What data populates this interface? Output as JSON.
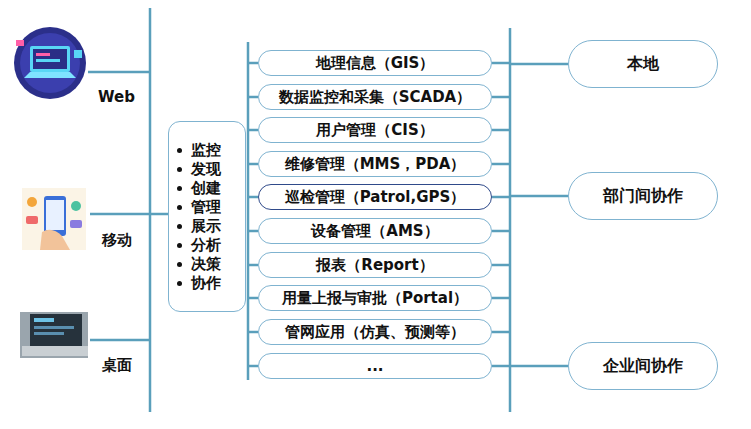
{
  "diagram": {
    "nodes": [
      {
        "text": [
          "监控",
          "发现",
          "创建",
          "管理",
          "展示",
          "分析",
          "决策",
          "协作"
        ]
      },
      {
        "text": [
          "地理信息（GIS）"
        ]
      },
      {
        "text": [
          "数据监控和采集（SCADA）"
        ]
      },
      {
        "text": [
          "用户管理（CIS）"
        ]
      },
      {
        "text": [
          "维修管理（MMS，PDA）"
        ]
      },
      {
        "text": [
          "巡检管理（Patrol,GPS）"
        ]
      },
      {
        "text": [
          "设备管理（AMS）"
        ]
      },
      {
        "text": [
          "报表（Report）"
        ]
      },
      {
        "text": [
          "用量上报与审批（Portal）"
        ]
      },
      {
        "text": [
          "管网应用（仿真、预测等）"
        ]
      },
      {
        "text": [
          "..."
        ]
      },
      {
        "text": [
          "本地"
        ]
      },
      {
        "text": [
          "部门间协作"
        ]
      },
      {
        "text": [
          "企业间协作"
        ]
      }
    ],
    "labels": [
      "Web",
      "移动",
      "桌面"
    ]
  }
}
